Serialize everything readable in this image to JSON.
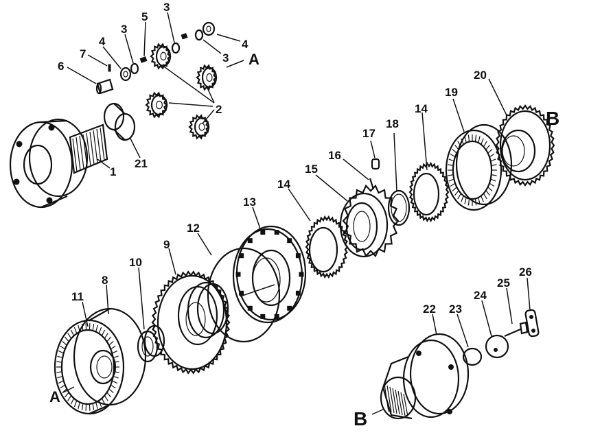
{
  "labels": {
    "n1": "1",
    "n2": "2",
    "n3a": "3",
    "n3b": "3",
    "n3c": "3",
    "n4a": "4",
    "n4b": "4",
    "n5": "5",
    "n6": "6",
    "n7": "7",
    "n8": "8",
    "n9": "9",
    "n10": "10",
    "n11": "11",
    "n12": "12",
    "n13": "13",
    "n14a": "14",
    "n14b": "14",
    "n15": "15",
    "n16": "16",
    "n17": "17",
    "n18": "18",
    "n19": "19",
    "n20": "20",
    "n21": "21",
    "n22": "22",
    "n23": "23",
    "n24": "24",
    "n25": "25",
    "n26": "26"
  },
  "markers": {
    "a_top": "A",
    "a_bottom": "A",
    "b_top": "B",
    "b_bottom": "B"
  }
}
